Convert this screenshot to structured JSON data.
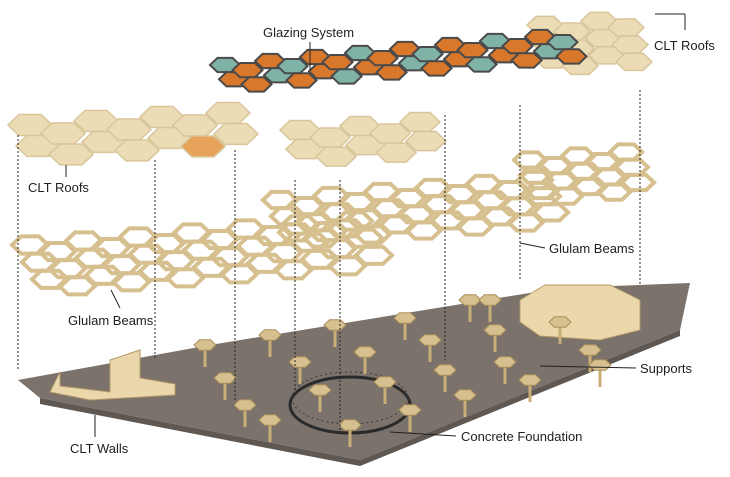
{
  "labels": {
    "glazing_system": "Glazing System",
    "clt_roofs_top": "CLT Roofs",
    "clt_roofs_left": "CLT Roofs",
    "glulam_beams_right": "Glulam Beams",
    "glulam_beams_left": "Glulam Beams",
    "supports": "Supports",
    "clt_walls": "CLT Walls",
    "concrete_foundation": "Concrete Foundation"
  },
  "colors": {
    "roof_panel": "#ecdcb6",
    "roof_panel_shade": "#d9c59a",
    "roof_accent": "#e8a35a",
    "beam": "#d7c08f",
    "glazing_frame": "#4a4a4a",
    "glazing_orange": "#d9772b",
    "glazing_teal": "#7fb3a8",
    "ground": "#7a726b",
    "leader_line": "#222222"
  }
}
